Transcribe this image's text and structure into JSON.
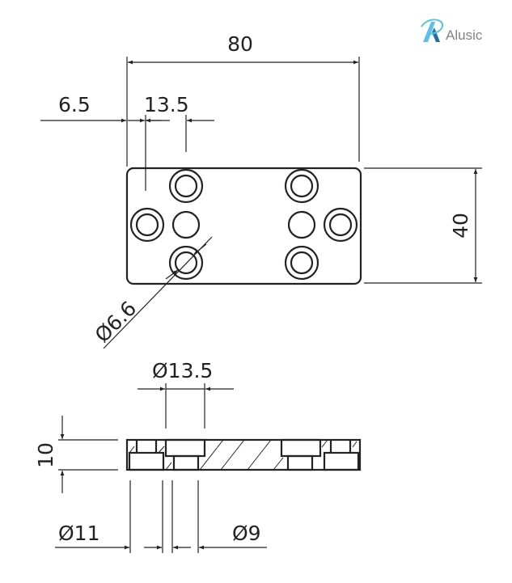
{
  "brand": {
    "name": "Alusic",
    "logo_colors": {
      "light": "#5bc0eb",
      "dark": "#1f6f9f"
    }
  },
  "top_view": {
    "dimensions": {
      "overall_length": "80",
      "overall_width": "40",
      "edge_offset": "6.5",
      "hole_spacing": "13.5",
      "hole_diameter": "Ø6.6"
    }
  },
  "side_view": {
    "dimensions": {
      "counterbore_diameter": "Ø13.5",
      "thickness": "10",
      "step_diameter": "Ø11",
      "through_diameter": "Ø9"
    }
  }
}
